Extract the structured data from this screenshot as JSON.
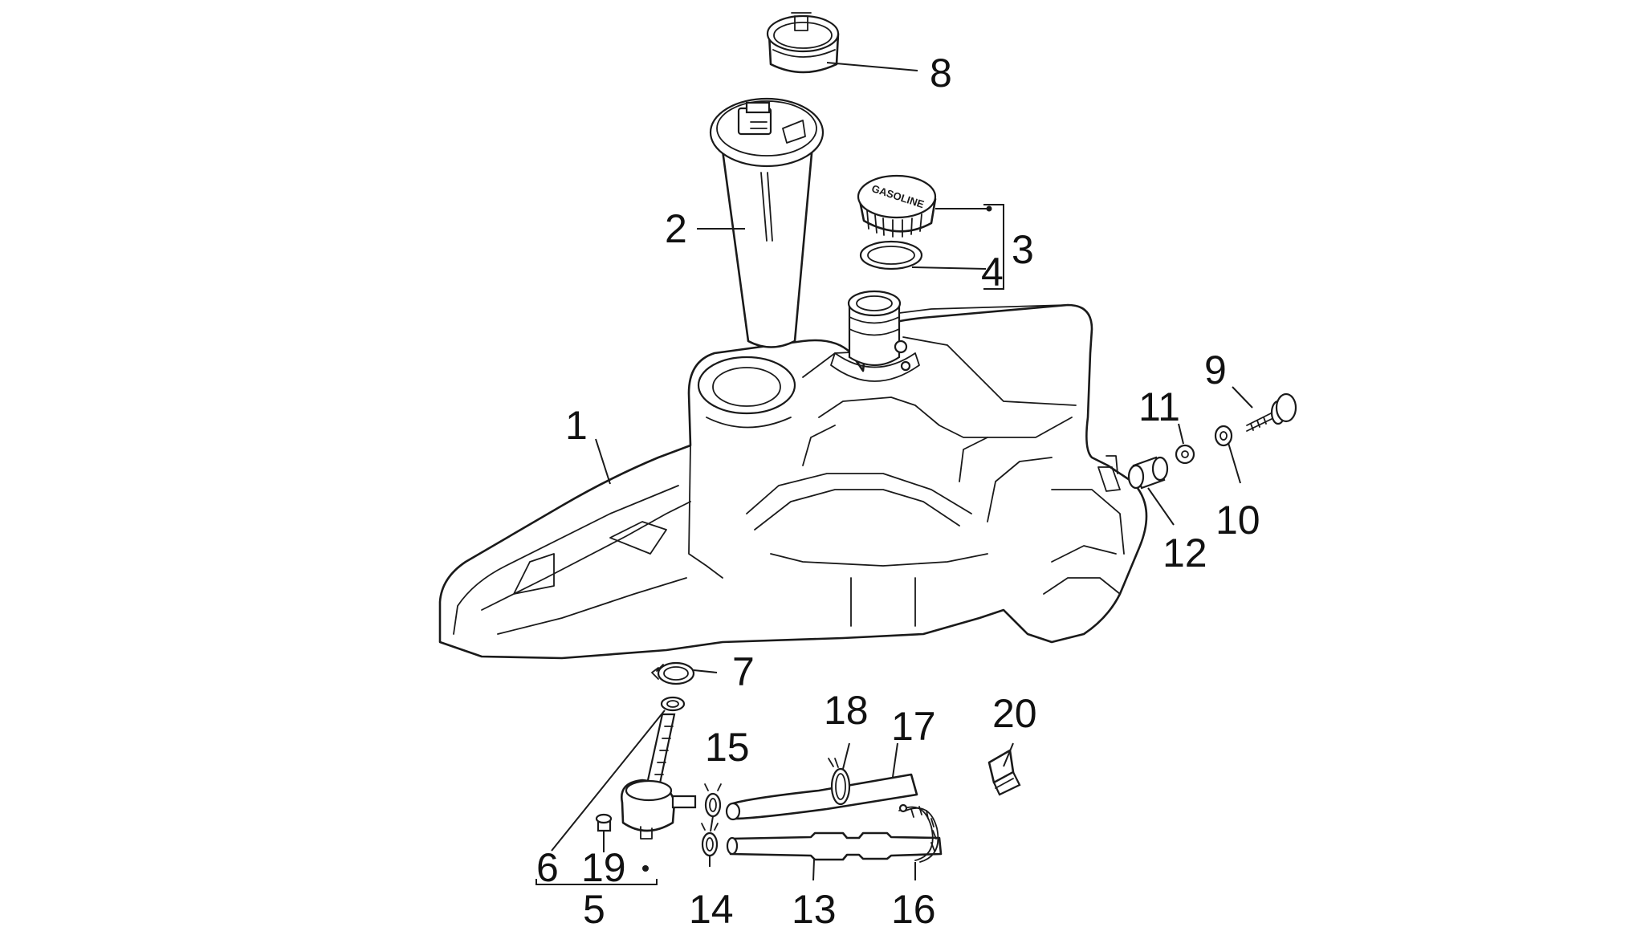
{
  "diagram": {
    "callouts": [
      {
        "id": "1",
        "label": "1"
      },
      {
        "id": "2",
        "label": "2"
      },
      {
        "id": "3",
        "label": "3"
      },
      {
        "id": "4",
        "label": "4"
      },
      {
        "id": "5",
        "label": "5"
      },
      {
        "id": "6",
        "label": "6"
      },
      {
        "id": "7",
        "label": "7"
      },
      {
        "id": "8",
        "label": "8"
      },
      {
        "id": "9",
        "label": "9"
      },
      {
        "id": "10",
        "label": "10"
      },
      {
        "id": "11",
        "label": "11"
      },
      {
        "id": "12",
        "label": "12"
      },
      {
        "id": "13",
        "label": "13"
      },
      {
        "id": "14",
        "label": "14"
      },
      {
        "id": "15",
        "label": "15"
      },
      {
        "id": "16",
        "label": "16"
      },
      {
        "id": "17",
        "label": "17"
      },
      {
        "id": "18",
        "label": "18"
      },
      {
        "id": "19",
        "label": "19"
      },
      {
        "id": "20",
        "label": "20"
      }
    ],
    "cap_marking": "GASOLINE",
    "line_color": "#1a1a1a",
    "background": "#ffffff"
  }
}
